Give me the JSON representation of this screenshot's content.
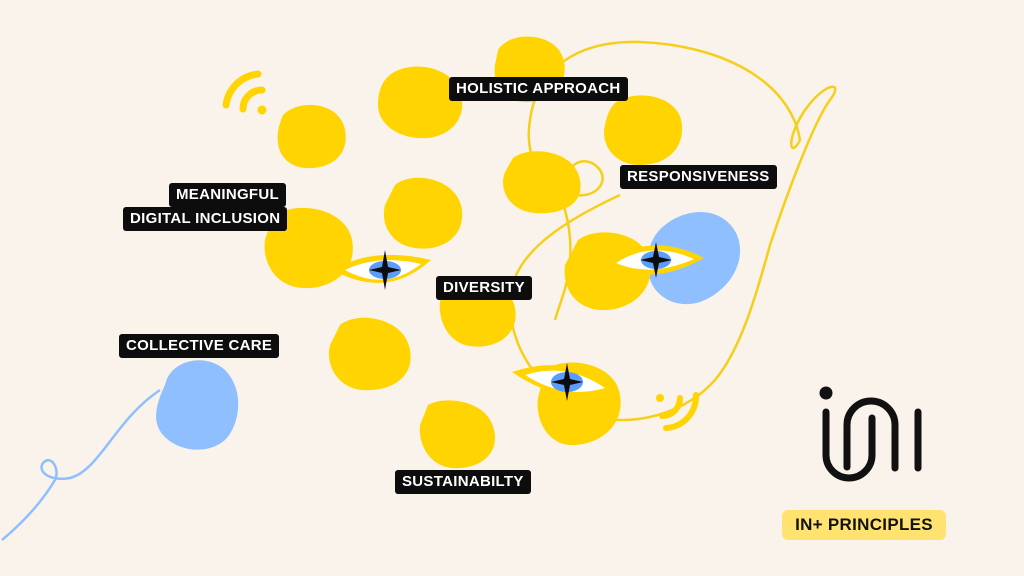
{
  "colors": {
    "background": "#f9f3ec",
    "blob_yellow": "#ffd400",
    "blob_blue": "#8fbfff",
    "line_yellow": "#f5cf1a",
    "line_blue": "#8fbfff",
    "label_bg": "#0d0d0d",
    "label_text": "#ffffff",
    "badge_bg": "#ffe270"
  },
  "labels": {
    "holistic": "HOLISTIC APPROACH",
    "responsiveness": "RESPONSIVENESS",
    "meaningful_line1": "MEANINGFUL",
    "meaningful_line2": "DIGITAL INCLUSION",
    "diversity": "DIVERSITY",
    "collective_care": "COLLECTIVE CARE",
    "sustainability": "SUSTAINABILTY"
  },
  "badge": {
    "text": "IN+ PRINCIPLES"
  },
  "icons": [
    "wifi-signal-icon",
    "eye-icon",
    "in-plus-logo-icon"
  ]
}
